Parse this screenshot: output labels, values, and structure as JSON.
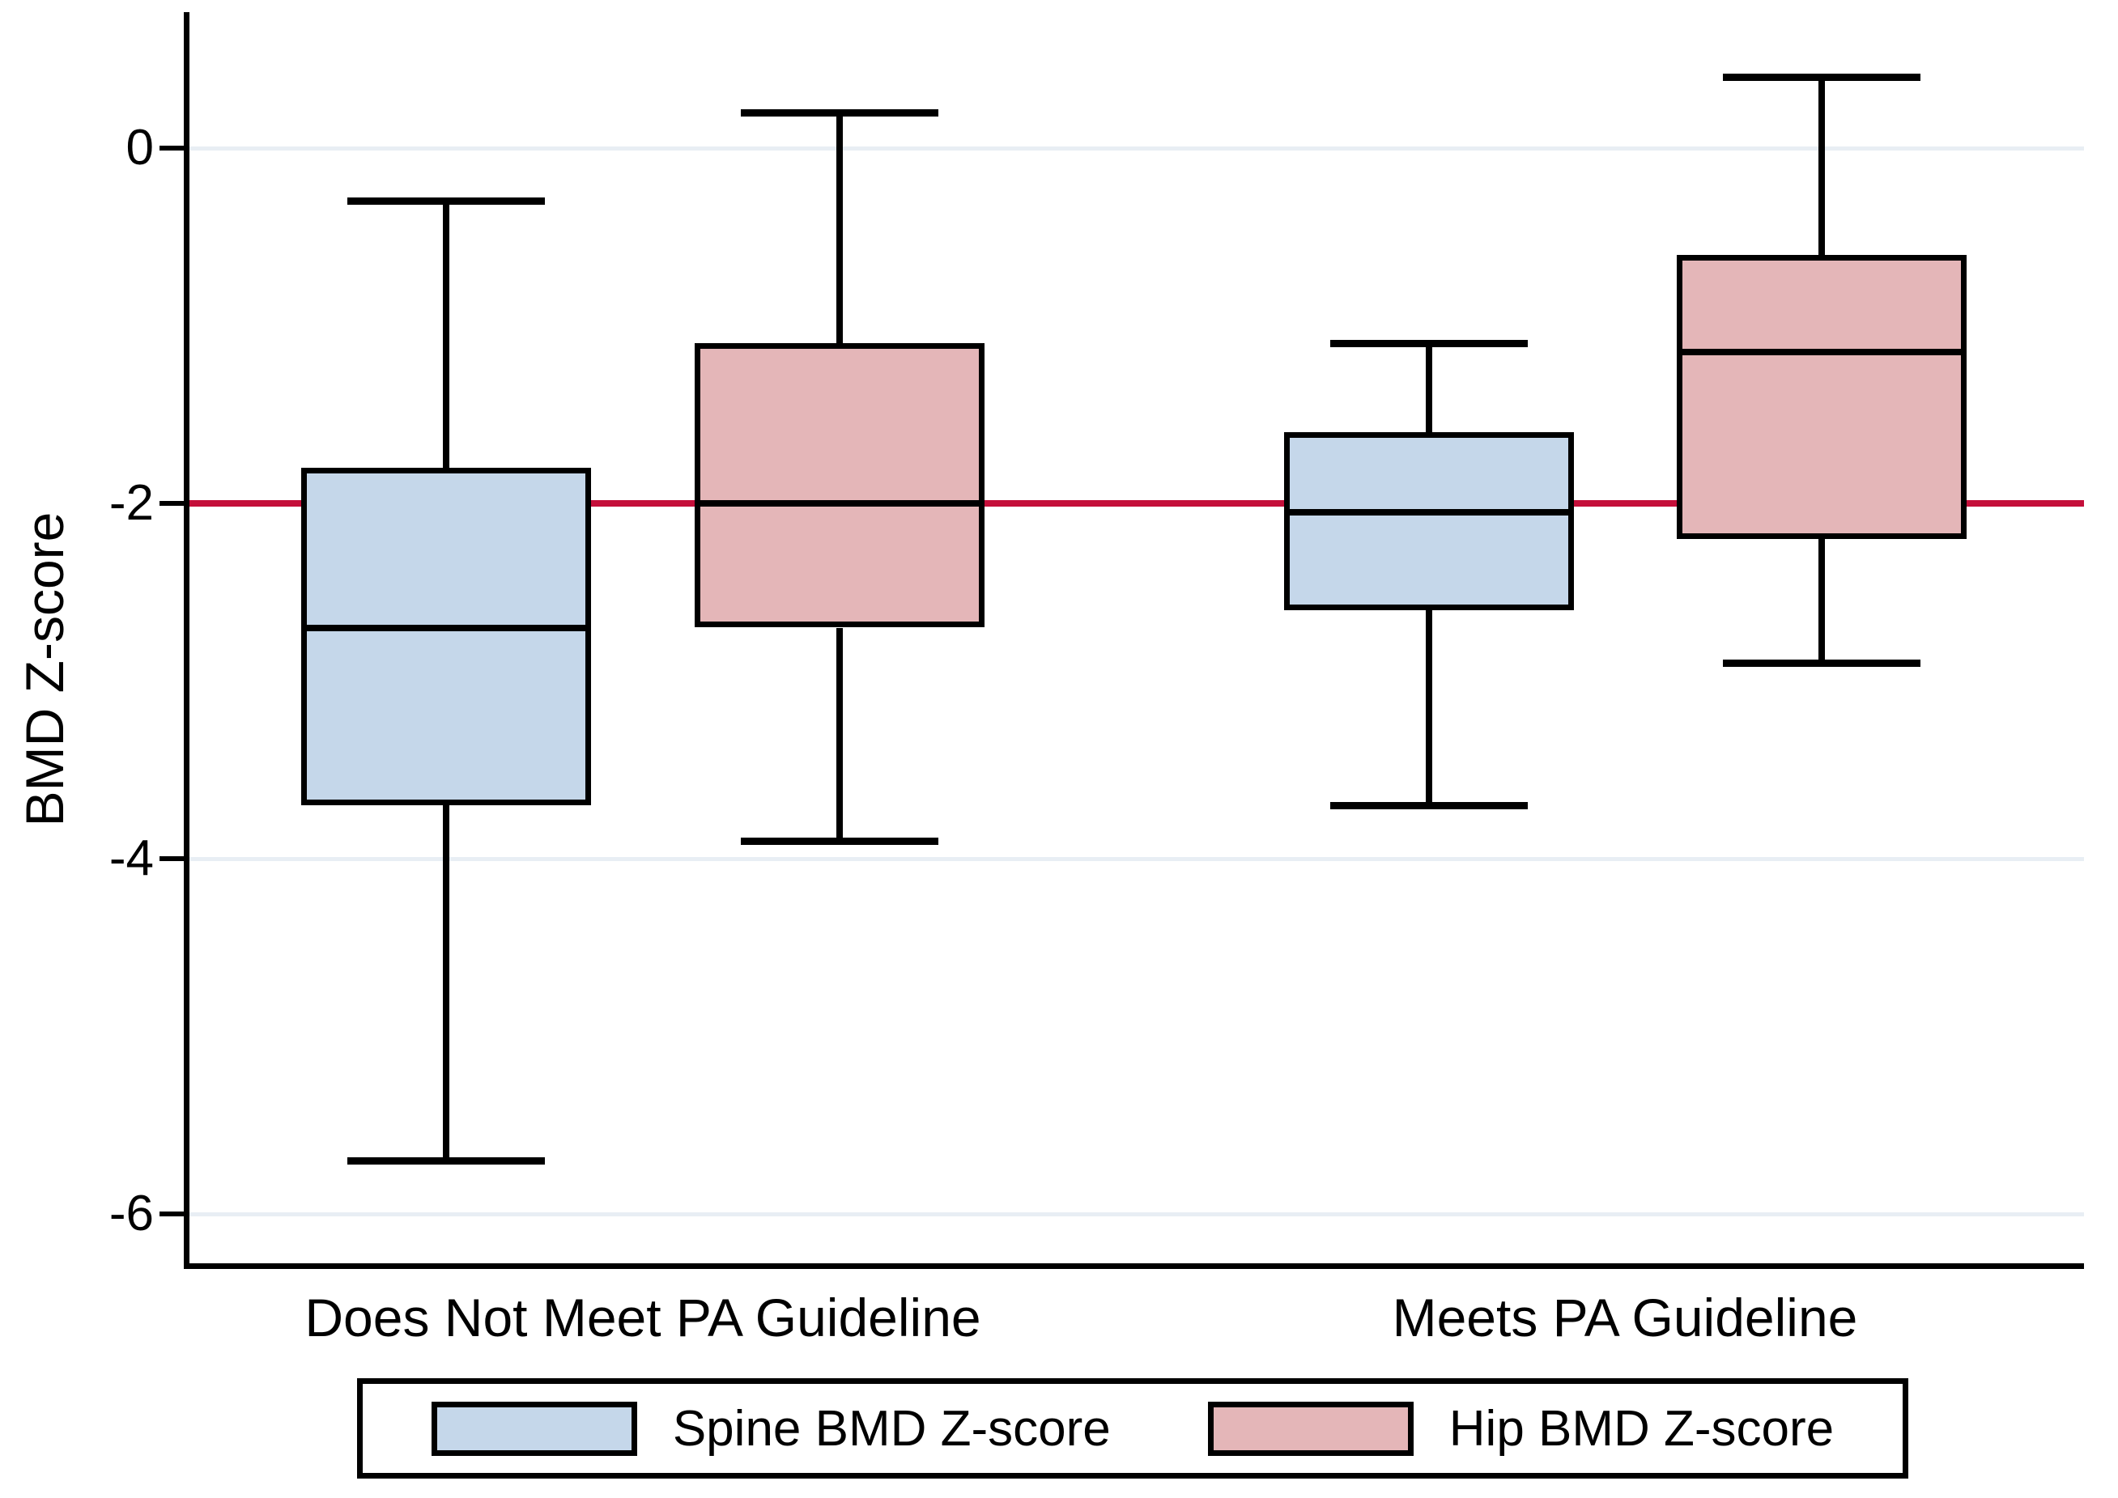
{
  "chart_data": {
    "type": "boxplot",
    "title": "",
    "ylabel": "BMD Z-score",
    "xlabel": "",
    "ylim": [
      -6.3,
      0.75
    ],
    "yticks": [
      0,
      -2,
      -4,
      -6
    ],
    "ytick_labels": [
      "0",
      "-2",
      "-4",
      "-6"
    ],
    "grid": true,
    "legend_position": "bottom",
    "categories": [
      "Does Not Meet PA Guideline",
      "Meets PA Guideline"
    ],
    "reference_line": {
      "y": -2,
      "color": "#c40f3a"
    },
    "series": [
      {
        "name": "Spine BMD Z-score",
        "fill_color": "#c5d7ea",
        "boxes": [
          {
            "category": "Does Not Meet PA Guideline",
            "whisker_low": -5.7,
            "q1": -3.7,
            "median": -2.7,
            "q3": -1.8,
            "whisker_high": -0.3
          },
          {
            "category": "Meets PA Guideline",
            "whisker_low": -3.7,
            "q1": -2.6,
            "median": -2.05,
            "q3": -1.6,
            "whisker_high": -1.1
          }
        ]
      },
      {
        "name": "Hip BMD Z-score",
        "fill_color": "#e4b6b8",
        "boxes": [
          {
            "category": "Does Not Meet PA Guideline",
            "whisker_low": -3.9,
            "q1": -2.7,
            "median": -2.0,
            "q3": -1.1,
            "whisker_high": 0.2
          },
          {
            "category": "Meets PA Guideline",
            "whisker_low": -2.9,
            "q1": -2.2,
            "median": -1.15,
            "q3": -0.6,
            "whisker_high": 0.4
          }
        ]
      }
    ],
    "colors": {
      "box_outline": "#000000",
      "axis": "#000000",
      "gridline": "#e8eef4",
      "reference_line": "#c40f3a",
      "spine_fill": "#c5d7ea",
      "hip_fill": "#e4b6b8"
    }
  }
}
